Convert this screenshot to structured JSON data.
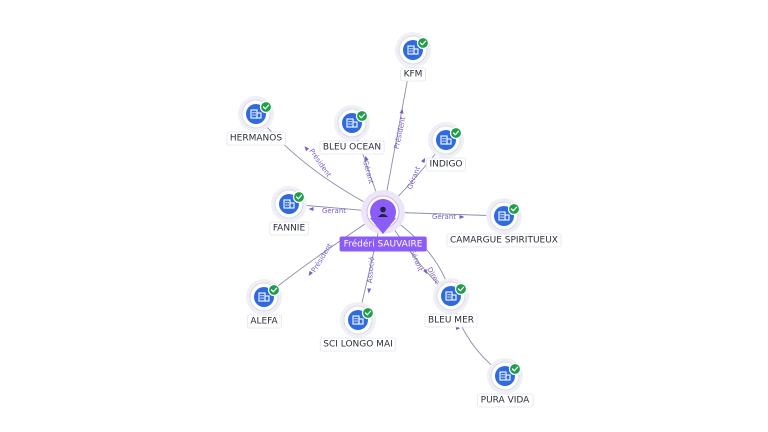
{
  "center": {
    "label": "Frédéri SAUVAIRE",
    "icon": "person-icon"
  },
  "nodes": [
    {
      "id": "kfm",
      "label": "KFM",
      "icon": "building-icon",
      "verified": true
    },
    {
      "id": "hermanos",
      "label": "HERMANOS",
      "icon": "building-icon",
      "verified": true
    },
    {
      "id": "bleu-ocean",
      "label": "BLEU OCEAN",
      "icon": "building-icon",
      "verified": true
    },
    {
      "id": "indigo",
      "label": "INDIGO",
      "icon": "building-icon",
      "verified": true
    },
    {
      "id": "fannie",
      "label": "FANNIE",
      "icon": "building-icon",
      "verified": true
    },
    {
      "id": "camargue",
      "label": "CAMARGUE SPIRITUEUX",
      "icon": "building-icon",
      "verified": true
    },
    {
      "id": "alefa",
      "label": "ALEFA",
      "icon": "building-icon",
      "verified": true
    },
    {
      "id": "sci-longo-mai",
      "label": "SCI LONGO MAI",
      "icon": "building-icon",
      "verified": true
    },
    {
      "id": "bleu-mer",
      "label": "BLEU MER",
      "icon": "building-icon",
      "verified": true
    },
    {
      "id": "pura-vida",
      "label": "PURA VIDA",
      "icon": "building-icon",
      "verified": true
    }
  ],
  "edges": [
    {
      "from": "center",
      "to": "kfm",
      "label": "Président"
    },
    {
      "from": "center",
      "to": "hermanos",
      "label": "Président"
    },
    {
      "from": "center",
      "to": "bleu-ocean",
      "label": "Gérant"
    },
    {
      "from": "center",
      "to": "indigo",
      "label": "Gérant"
    },
    {
      "from": "center",
      "to": "fannie",
      "label": "Gérant"
    },
    {
      "from": "center",
      "to": "camargue",
      "label": "Gérant"
    },
    {
      "from": "center",
      "to": "alefa",
      "label": "Président"
    },
    {
      "from": "center",
      "to": "sci-longo-mai",
      "label": "Associé"
    },
    {
      "from": "center",
      "to": "bleu-mer",
      "label": "Gérant"
    },
    {
      "from": "center",
      "to": "bleu-mer",
      "label": "Direct"
    },
    {
      "from": "bleu-mer",
      "to": "pura-vida",
      "label": ""
    }
  ],
  "colors": {
    "node_icon": "#2f6bdc",
    "verified_badge": "#1e9e4a",
    "center_accent": "#8b5cf6",
    "edge_label": "#7b5cc4",
    "edge_line": "#8a8fa8"
  }
}
